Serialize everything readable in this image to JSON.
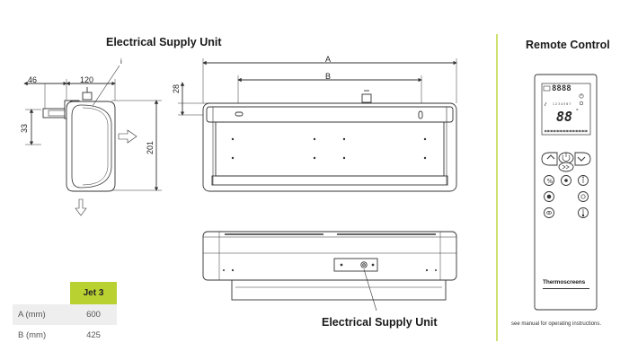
{
  "titles": {
    "supply_unit_top": "Electrical Supply Unit",
    "supply_unit_bottom": "Electrical Supply Unit",
    "remote_control": "Remote Control"
  },
  "side_view": {
    "dim_46": "46",
    "dim_120": "120",
    "dim_33": "33",
    "dim_201": "201",
    "marker_i": "i"
  },
  "front_view": {
    "dim_a": "A",
    "dim_b": "B",
    "dim_28": "28"
  },
  "spec_table": {
    "model": "Jet 3",
    "rows": [
      {
        "label": "A (mm)",
        "value": "600"
      },
      {
        "label": "B (mm)",
        "value": "425"
      }
    ]
  },
  "remote": {
    "lcd_small": "8888",
    "lcd_big": "88",
    "lcd_unit": "°",
    "brand": "Thermoscreens",
    "caption": "see manual for operating instructions."
  },
  "colors": {
    "accent_green": "#b9d232",
    "line": "#333333",
    "divider_green": "#b9d232"
  }
}
